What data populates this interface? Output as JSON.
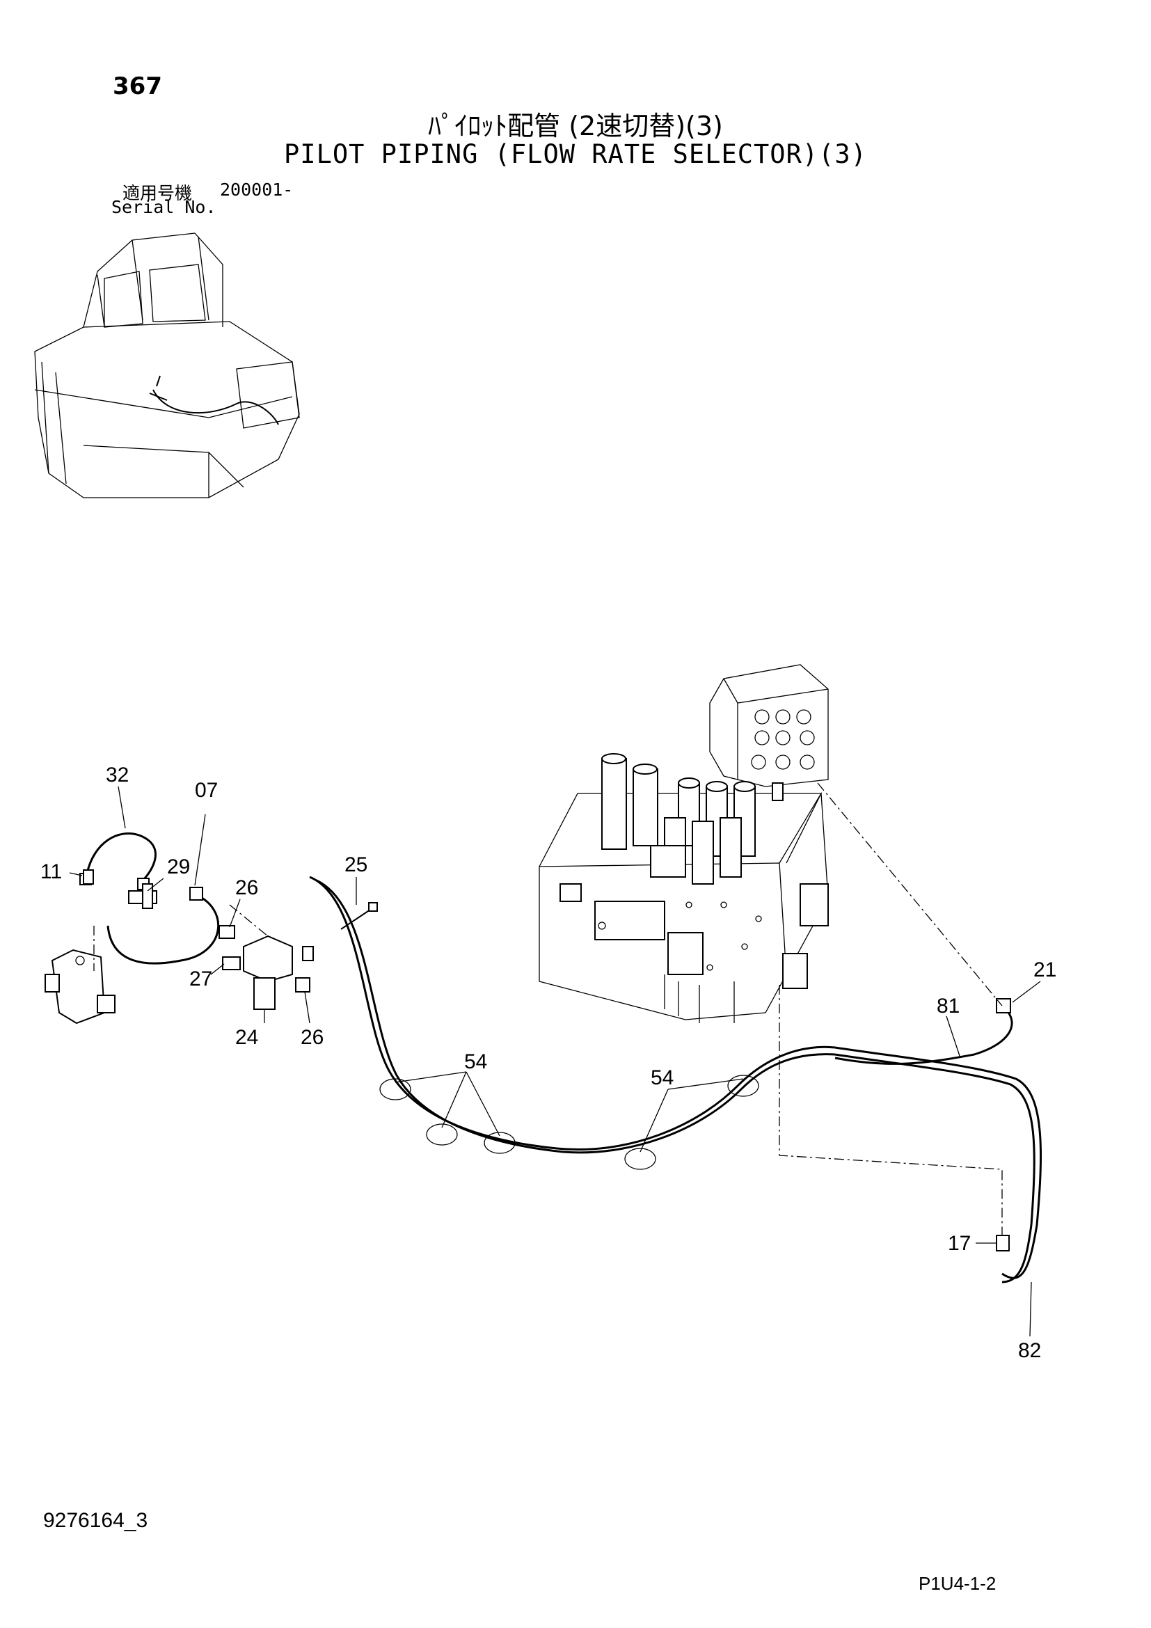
{
  "header": {
    "page_number": "367",
    "title_jp": "ﾊﾟｲﾛｯﾄ配管 (2速切替)(3)",
    "title_en": "PILOT PIPING (FLOW RATE SELECTOR)(3)",
    "serial_label_jp": "適用号機",
    "serial_range": "200001-",
    "serial_label_en": "Serial No."
  },
  "callouts": {
    "c32": "32",
    "c07": "07",
    "c11": "11",
    "c29": "29",
    "c26a": "26",
    "c25": "25",
    "c27": "27",
    "c24": "24",
    "c26b": "26",
    "c54a": "54",
    "c54b": "54",
    "c21": "21",
    "c81": "81",
    "c17": "17",
    "c82": "82"
  },
  "footer": {
    "doc_id": "9276164_3",
    "figure_code": "P1U4-1-2"
  }
}
